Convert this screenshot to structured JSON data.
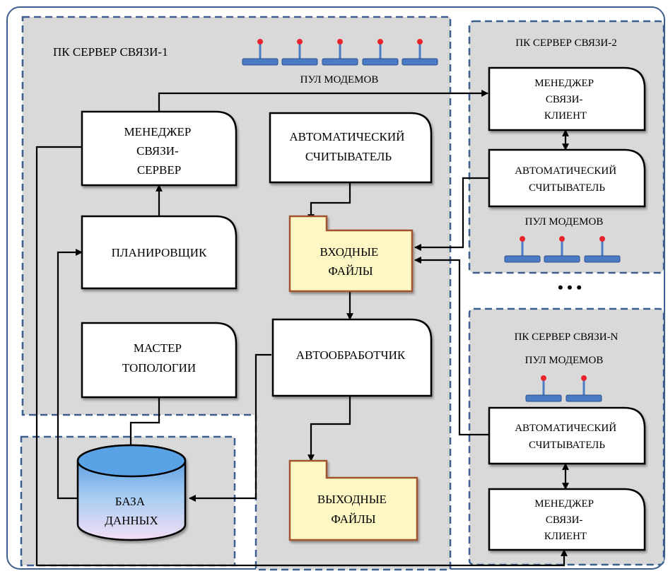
{
  "server1": {
    "title": "ПК СЕРВЕР СВЯЗИ-1",
    "modem_pool": "ПУЛ МОДЕМОВ",
    "manager": [
      "МЕНЕДЖЕР",
      "СВЯЗИ-",
      "СЕРВЕР"
    ],
    "auto_reader": [
      "АВТОМАТИЧЕСКИЙ",
      "СЧИТЫВАТЕЛЬ"
    ],
    "scheduler": "ПЛАНИРОВЩИК",
    "input_files": [
      "ВХОДНЫЕ",
      "ФАЙЛЫ"
    ],
    "topology_master": [
      "МАСТЕР",
      "ТОПОЛОГИИ"
    ],
    "auto_processor": "АВТООБРАБОТЧИК",
    "database": [
      "БАЗА",
      "ДАННЫХ"
    ],
    "output_files": [
      "ВЫХОДНЫЕ",
      "ФАЙЛЫ"
    ]
  },
  "server2": {
    "title": "ПК СЕРВЕР СВЯЗИ-2",
    "manager": [
      "МЕНЕДЖЕР",
      "СВЯЗИ-",
      "КЛИЕНТ"
    ],
    "auto_reader": [
      "АВТОМАТИЧЕСКИЙ",
      "СЧИТЫВАТЕЛЬ"
    ],
    "modem_pool": "ПУЛ МОДЕМОВ"
  },
  "ellipsis": "• • •",
  "serverN": {
    "title": "ПК СЕРВЕР СВЯЗИ-N",
    "modem_pool": "ПУЛ МОДЕМОВ",
    "auto_reader": [
      "АВТОМАТИЧЕСКИЙ",
      "СЧИТЫВАТЕЛЬ"
    ],
    "manager": [
      "МЕНЕДЖЕР",
      "СВЯЗИ-",
      "КЛИЕНТ"
    ]
  },
  "colors": {
    "zone_fill": "#d9d9d9",
    "zone_border": "#3d5f8f",
    "file_fill": "#fdf7c3",
    "file_border": "#a0522d",
    "modem": "#4a7bc4",
    "modem_led": "#e8242c"
  }
}
